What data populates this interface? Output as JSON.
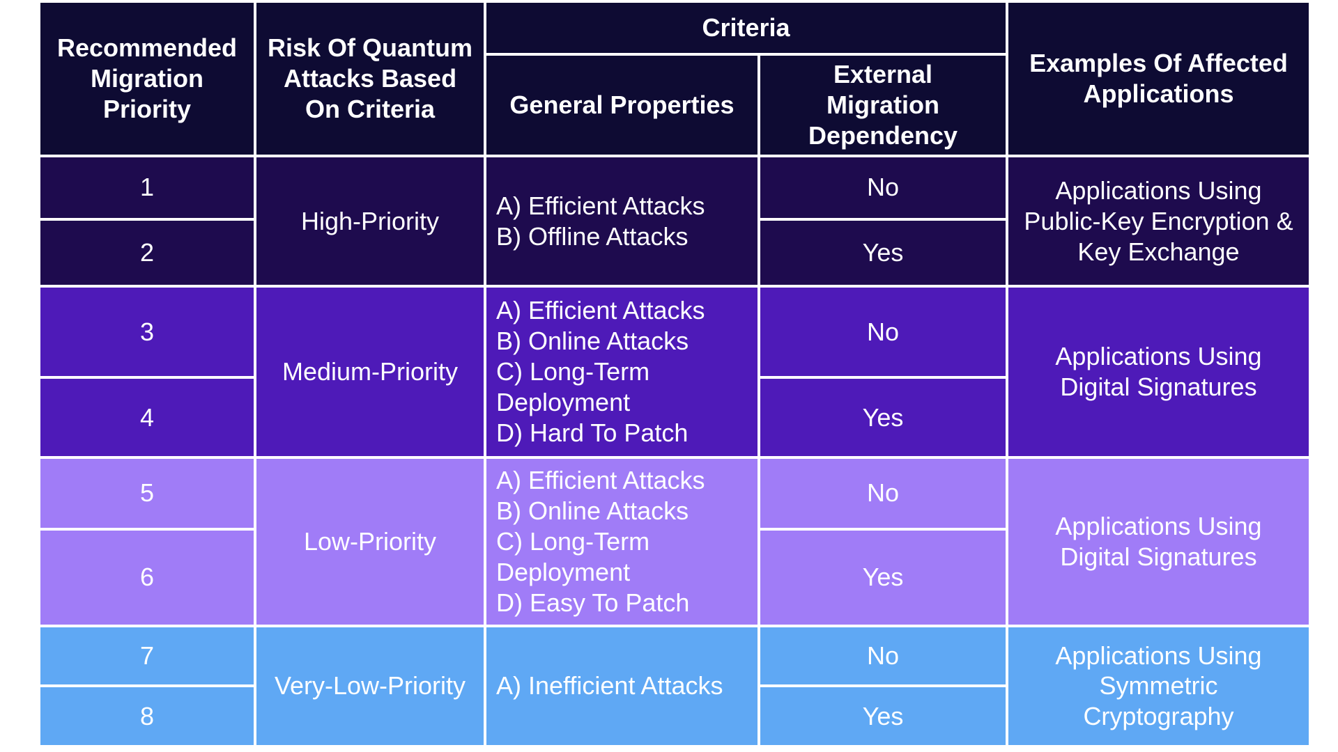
{
  "headers": {
    "priority": [
      "Recommended",
      "Migration",
      "Priority"
    ],
    "risk": [
      "Risk Of Quantum",
      "Attacks Based",
      "On Criteria"
    ],
    "criteria": "Criteria",
    "general_properties": "General Properties",
    "dependency": [
      "External",
      "Migration",
      "Dependency"
    ],
    "examples": [
      "Examples Of Affected",
      "Applications"
    ]
  },
  "groups": [
    {
      "risk": "High-Priority",
      "properties": [
        "A) Efficient Attacks",
        "B) Offline Attacks"
      ],
      "examples": [
        "Applications Using",
        "Public-Key Encryption &",
        "Key Exchange"
      ],
      "rows": [
        {
          "priority": "1",
          "dependency": "No"
        },
        {
          "priority": "2",
          "dependency": "Yes"
        }
      ],
      "color": "#1e0b4e"
    },
    {
      "risk": "Medium-Priority",
      "properties": [
        "A) Efficient Attacks",
        "B) Online Attacks",
        "C) Long-Term",
        "Deployment",
        "D) Hard To Patch"
      ],
      "examples": [
        "Applications Using",
        "Digital Signatures"
      ],
      "rows": [
        {
          "priority": "3",
          "dependency": "No"
        },
        {
          "priority": "4",
          "dependency": "Yes"
        }
      ],
      "color": "#4e1ab8"
    },
    {
      "risk": "Low-Priority",
      "properties": [
        "A) Efficient Attacks",
        "B) Online Attacks",
        "C) Long-Term",
        "Deployment",
        "D) Easy To Patch"
      ],
      "examples": [
        "Applications Using",
        "Digital Signatures"
      ],
      "rows": [
        {
          "priority": "5",
          "dependency": "No"
        },
        {
          "priority": "6",
          "dependency": "Yes"
        }
      ],
      "color": "#a07cf7"
    },
    {
      "risk": "Very-Low-Priority",
      "properties": [
        "A) Inefficient Attacks"
      ],
      "examples": [
        "Applications Using",
        "Symmetric",
        "Cryptography"
      ],
      "rows": [
        {
          "priority": "7",
          "dependency": "No"
        },
        {
          "priority": "8",
          "dependency": "Yes"
        }
      ],
      "color": "#5fa8f4"
    }
  ]
}
